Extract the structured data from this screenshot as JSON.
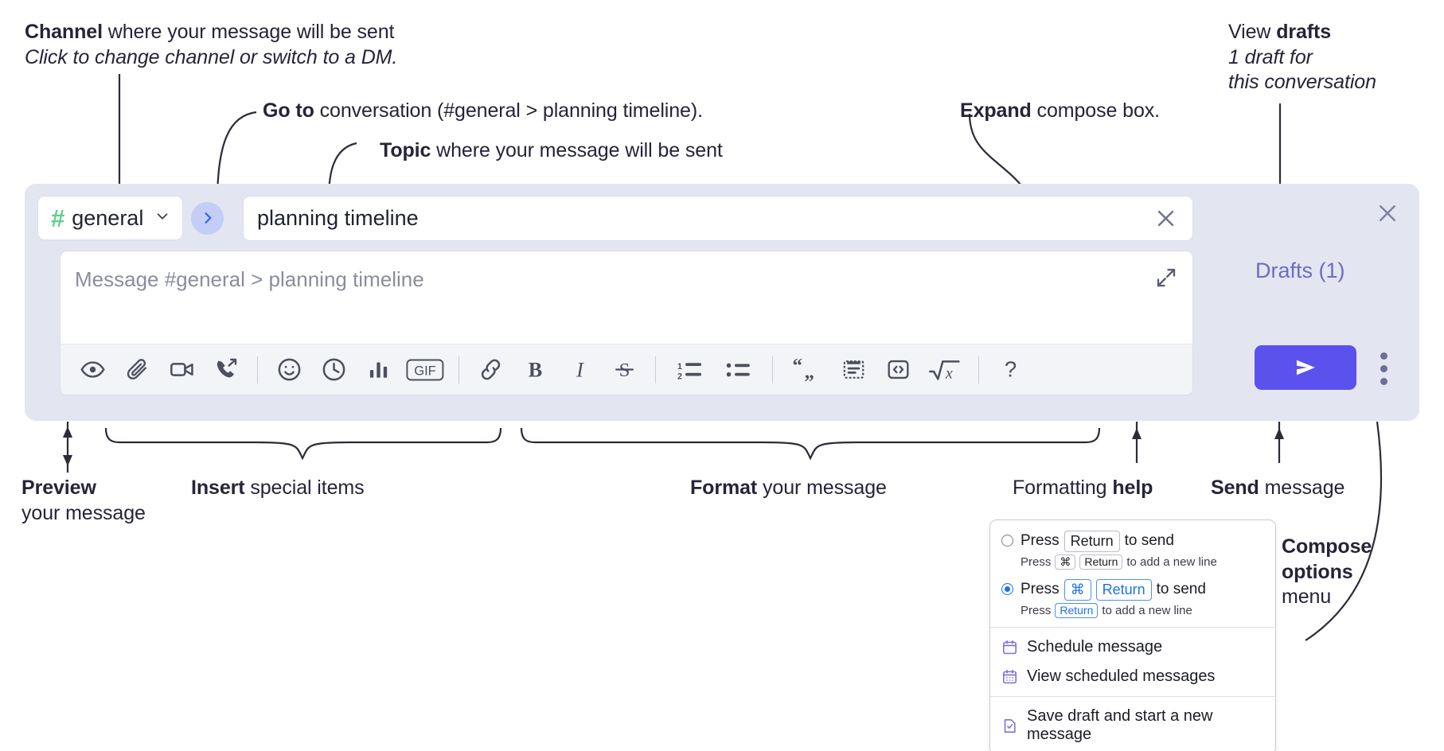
{
  "annotations": {
    "channel": {
      "bold": "Channel",
      "rest": " where your message will be sent",
      "italic": "Click to change channel or switch to a DM."
    },
    "goto": {
      "bold": "Go to",
      "rest": " conversation (#general > planning timeline)."
    },
    "topic": {
      "bold": "Topic",
      "rest": " where your message will be sent"
    },
    "expand": {
      "bold": "Expand",
      "rest": " compose box."
    },
    "drafts": {
      "bold_prefix": "View ",
      "bold": "drafts",
      "italic_line1": "1 draft for",
      "italic_line2": "this conversation"
    },
    "preview": {
      "bold": "Preview",
      "rest": "your message"
    },
    "insert": {
      "bold": "Insert",
      "rest": " special items"
    },
    "format": {
      "bold": "Format",
      "rest": " your message"
    },
    "help": {
      "pre": "Formatting ",
      "bold": "help"
    },
    "send": {
      "bold": "Send",
      "rest": " message"
    },
    "compose_options": {
      "bold_line1": "Compose",
      "bold_line2": "options",
      "rest": "menu"
    }
  },
  "compose": {
    "channel_button": {
      "hash_icon": "hash-icon",
      "name": "general",
      "chevron_icon": "chevron-down-icon"
    },
    "go_to_conversation_icon": "chevron-right-icon",
    "topic": {
      "value": "planning timeline",
      "clear_icon": "close-icon"
    },
    "message": {
      "placeholder": "Message #general > planning timeline",
      "value": "",
      "expand_icon": "expand-diagonal-icon"
    },
    "drafts_label": "Drafts (1)",
    "panel_close_icon": "close-icon",
    "send_icon": "send-paper-plane-icon",
    "kebab_icon": "more-vertical-icon",
    "toolbar": [
      {
        "name": "preview-icon",
        "title": "Preview"
      },
      {
        "name": "attachment-icon",
        "title": "Attach file"
      },
      {
        "name": "video-camera-icon",
        "title": "Video clip"
      },
      {
        "name": "phone-forward-icon",
        "title": "Audio clip"
      },
      {
        "name": "divider",
        "title": ""
      },
      {
        "name": "emoji-smiley-icon",
        "title": "Emoji"
      },
      {
        "name": "clock-icon",
        "title": "Reminder"
      },
      {
        "name": "poll-bars-icon",
        "title": "Poll"
      },
      {
        "name": "gif-icon",
        "title": "GIF"
      },
      {
        "name": "divider",
        "title": ""
      },
      {
        "name": "link-icon",
        "title": "Link"
      },
      {
        "name": "bold-icon",
        "title": "Bold"
      },
      {
        "name": "italic-icon",
        "title": "Italic"
      },
      {
        "name": "strikethrough-icon",
        "title": "Strikethrough"
      },
      {
        "name": "divider",
        "title": ""
      },
      {
        "name": "ordered-list-icon",
        "title": "Ordered list"
      },
      {
        "name": "bulleted-list-icon",
        "title": "Bulleted list"
      },
      {
        "name": "divider",
        "title": ""
      },
      {
        "name": "blockquote-icon",
        "title": "Blockquote"
      },
      {
        "name": "code-block-icon",
        "title": "Code block"
      },
      {
        "name": "code-icon",
        "title": "Code"
      },
      {
        "name": "math-sqrt-icon",
        "title": "Math"
      },
      {
        "name": "divider",
        "title": ""
      },
      {
        "name": "help-question-icon",
        "title": "Formatting help"
      }
    ],
    "gif_label": "GIF",
    "bold_label": "B",
    "italic_label": "I",
    "strike_label": "S",
    "help_label": "?"
  },
  "options_menu": {
    "radio_1": {
      "selected": false,
      "main_pre": "Press",
      "main_key": "Return",
      "main_post": "to send",
      "sub_pre": "Press",
      "sub_key1": "⌘",
      "sub_key2": "Return",
      "sub_post": "to add a new line"
    },
    "radio_2": {
      "selected": true,
      "main_pre": "Press",
      "main_key1": "⌘",
      "main_key2": "Return",
      "main_post": "to send",
      "sub_pre": "Press",
      "sub_key": "Return",
      "sub_post": "to add a new line"
    },
    "items": [
      {
        "icon": "calendar-clock-icon",
        "label": "Schedule message"
      },
      {
        "icon": "calendar-grid-icon",
        "label": "View scheduled messages"
      },
      {
        "icon": "save-draft-icon",
        "label": "Save draft and start a new message"
      }
    ]
  },
  "colors": {
    "panel_bg": "#e3e5f1",
    "send_purple": "#5b51ec",
    "hash_green": "#5fcf8e",
    "drafts_purple": "#6b6cc4",
    "accent_blue": "#1a73e8",
    "menu_icon_purple": "#7e6fd6"
  }
}
